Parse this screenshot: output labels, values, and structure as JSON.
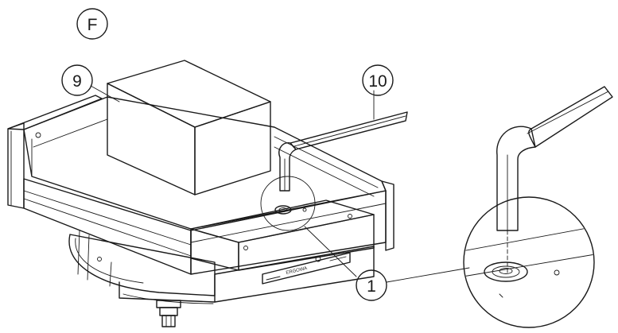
{
  "figure": {
    "view_label": "F",
    "callouts": {
      "workpiece": "9",
      "hex_key": "10",
      "locking_screw": "1"
    },
    "nameplate": "ERGOWA"
  },
  "colors": {
    "workpiece_front": "#6b9d37",
    "workpiece_top": "#7fb044",
    "workpiece_side": "#5d8c2f",
    "line": "#1a1a1a"
  }
}
